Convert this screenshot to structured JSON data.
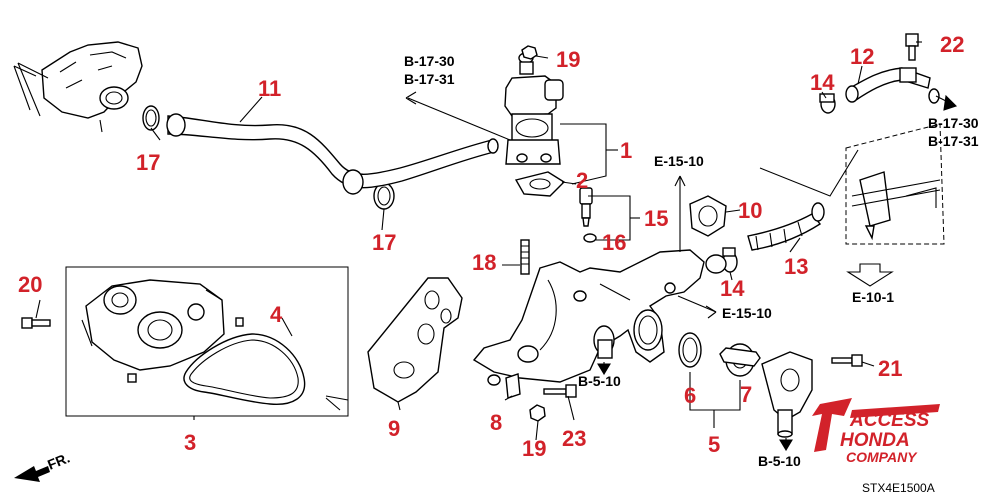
{
  "callouts": {
    "n1": "1",
    "n2": "2",
    "n3": "3",
    "n4": "4",
    "n5": "5",
    "n6": "6",
    "n7": "7",
    "n8": "8",
    "n9": "9",
    "n10": "10",
    "n11": "11",
    "n12": "12",
    "n13": "13",
    "n14a": "14",
    "n14b": "14",
    "n15": "15",
    "n16": "16",
    "n17a": "17",
    "n17b": "17",
    "n18": "18",
    "n19a": "19",
    "n19b": "19",
    "n20": "20",
    "n21": "21",
    "n22": "22",
    "n23": "23"
  },
  "references": {
    "b1730_left": "B-17-30",
    "b1731_left": "B-17-31",
    "b1730_right": "B-17-30",
    "b1731_right": "B-17-31",
    "e1510_top": "E-15-10",
    "e1510_mid": "E-15-10",
    "e101": "E-10-1",
    "b510_a": "B-5-10",
    "b510_b": "B-5-10"
  },
  "direction_label": "FR.",
  "logo": {
    "line1": "ACCESS",
    "line2": "HONDA",
    "line3": "COMPANY"
  },
  "diagram_code": "STX4E1500A",
  "colors": {
    "callout": "#d2222a",
    "line": "#000000",
    "background": "#ffffff"
  }
}
